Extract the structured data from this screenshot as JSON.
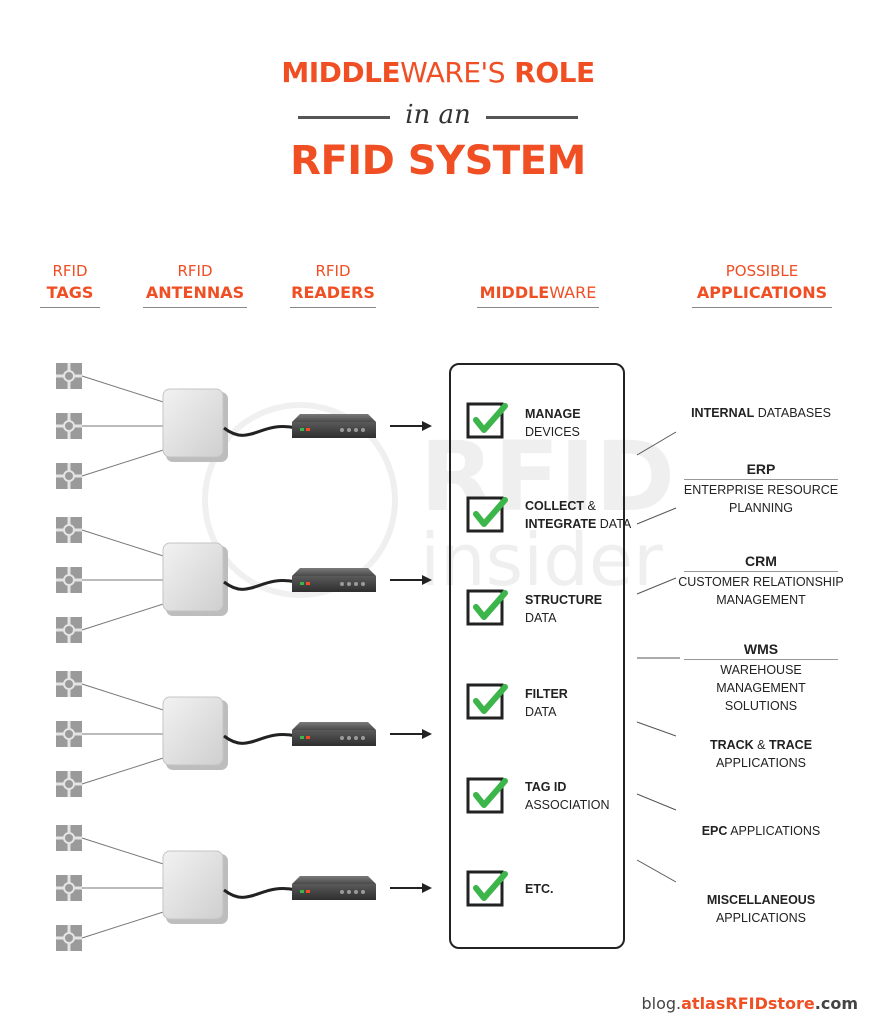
{
  "title": {
    "line1_bold": "MIDDLE",
    "line1_light": "WARE'S",
    "line1_bold2": "ROLE",
    "line2": "in an",
    "line3": "RFID SYSTEM"
  },
  "columns": {
    "tags": {
      "top": "RFID",
      "bottom": "TAGS"
    },
    "antennas": {
      "top": "RFID",
      "bottom": "ANTENNAS"
    },
    "readers": {
      "top": "RFID",
      "bottom": "READERS"
    },
    "middleware": {
      "bold": "MIDDLE",
      "light": "WARE"
    },
    "applications": {
      "top": "POSSIBLE",
      "bottom": "APPLICATIONS"
    }
  },
  "watermark": {
    "line1": "RFID",
    "line2": "insider"
  },
  "functions": [
    {
      "bold": "MANAGE",
      "rest": "",
      "line2_bold": "",
      "line2": "DEVICES"
    },
    {
      "bold": "COLLECT",
      "rest": " &",
      "line2_bold": "INTEGRATE",
      "line2": " DATA"
    },
    {
      "bold": "STRUCTURE",
      "rest": "",
      "line2_bold": "",
      "line2": "DATA"
    },
    {
      "bold": "FILTER",
      "rest": "",
      "line2_bold": "",
      "line2": "DATA"
    },
    {
      "bold": "TAG ID",
      "rest": "",
      "line2_bold": "",
      "line2": "ASSOCIATION"
    },
    {
      "bold": "ETC.",
      "rest": "",
      "line2_bold": "",
      "line2": ""
    }
  ],
  "applications": {
    "internal": {
      "bold": "INTERNAL",
      "rest": " DATABASES"
    },
    "erp": {
      "head": "ERP",
      "line1": "ENTERPRISE RESOURCE",
      "line2": "PLANNING"
    },
    "crm": {
      "head": "CRM",
      "line1": "CUSTOMER RELATIONSHIP",
      "line2": "MANAGEMENT"
    },
    "wms": {
      "head": "WMS",
      "line1": "WAREHOUSE MANAGEMENT",
      "line2": "SOLUTIONS"
    },
    "track": {
      "bold": "TRACK",
      "mid": " & ",
      "bold2": "TRACE",
      "line2": "APPLICATIONS"
    },
    "epc": {
      "bold": "EPC",
      "rest": " APPLICATIONS"
    },
    "misc": {
      "bold": "MISCELLANEOUS",
      "line2": "APPLICATIONS"
    }
  },
  "footer": {
    "a": "blog.",
    "b": "atlasRFIDstore",
    "c": ".com"
  },
  "colors": {
    "accent": "#f04e23",
    "check": "#3cb54a",
    "text": "#222222"
  }
}
